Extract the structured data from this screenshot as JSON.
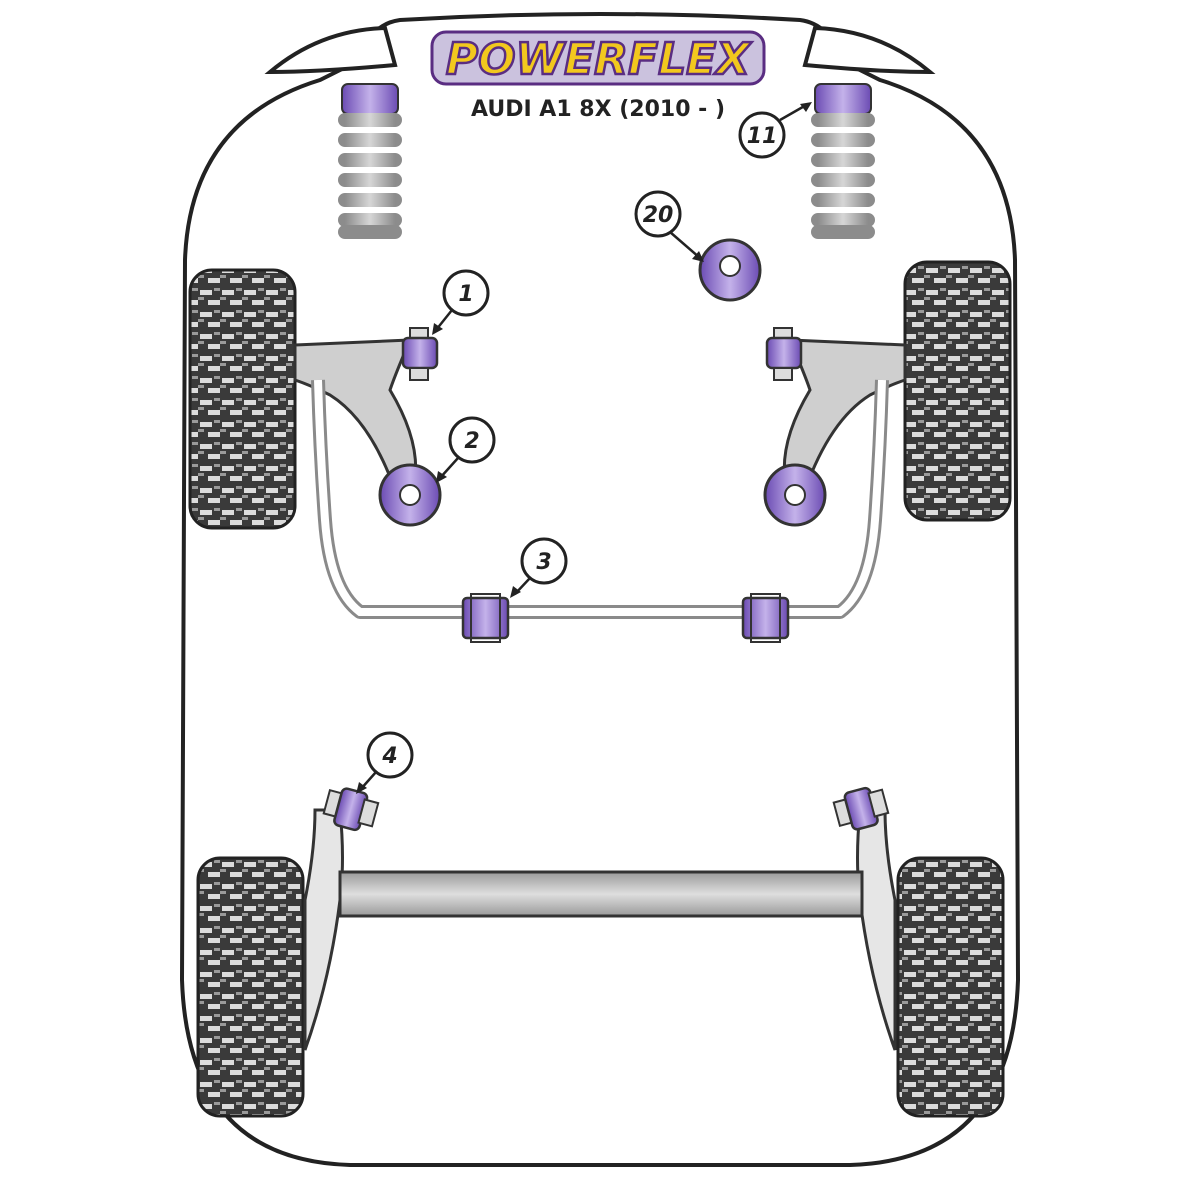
{
  "logo": {
    "text": "POWERFLEX",
    "colors": {
      "fill": "#f2c81e",
      "outline": "#5a2d82",
      "band": "#c9c1dd"
    }
  },
  "model": {
    "title": "AUDI A1 8X (2010 - )"
  },
  "colors": {
    "bushing": "#9b7fd1",
    "bushing_dark": "#5a3c9b",
    "metal": "#c8c8c8",
    "outline": "#222222",
    "tyre": "#333333"
  },
  "callouts": [
    {
      "id": "1",
      "label": "1"
    },
    {
      "id": "2",
      "label": "2"
    },
    {
      "id": "3",
      "label": "3"
    },
    {
      "id": "4",
      "label": "4"
    },
    {
      "id": "11",
      "label": "11"
    },
    {
      "id": "20",
      "label": "20"
    }
  ]
}
